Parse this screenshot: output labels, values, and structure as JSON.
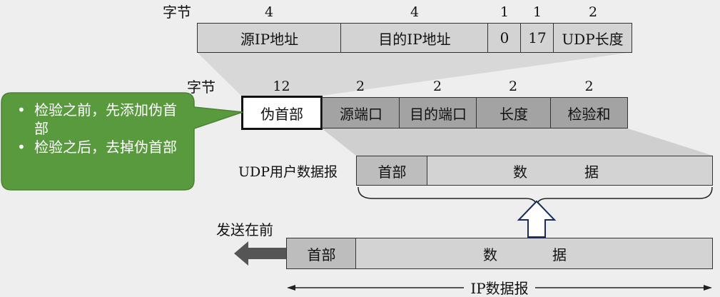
{
  "pseudo_header": {
    "bytes_label": "字节",
    "byte_counts": [
      "4",
      "4",
      "1",
      "1",
      "2"
    ],
    "fields": [
      "源IP地址",
      "目的IP地址",
      "0",
      "17",
      "UDP长度"
    ]
  },
  "udp_header": {
    "bytes_label": "字节",
    "byte_counts": [
      "12",
      "2",
      "2",
      "2",
      "2"
    ],
    "fields": [
      "伪首部",
      "源端口",
      "目的端口",
      "长度",
      "检验和"
    ]
  },
  "udp_datagram": {
    "label": "UDP用户数据报",
    "header": "首部",
    "data_chars": [
      "数",
      "据"
    ]
  },
  "ip_datagram": {
    "send_first_label": "发送在前",
    "header": "首部",
    "data_chars": [
      "数",
      "据"
    ],
    "label": "IP数据报"
  },
  "callout": {
    "bullets": [
      "检验之前，先添加伪首部",
      "检验之后，去掉伪首部"
    ]
  },
  "colors": {
    "callout_green": "#5a9a3f",
    "callout_border": "#4a8232",
    "arrow_dark": "#555555",
    "up_arrow_stroke": "#1a2a5a"
  }
}
